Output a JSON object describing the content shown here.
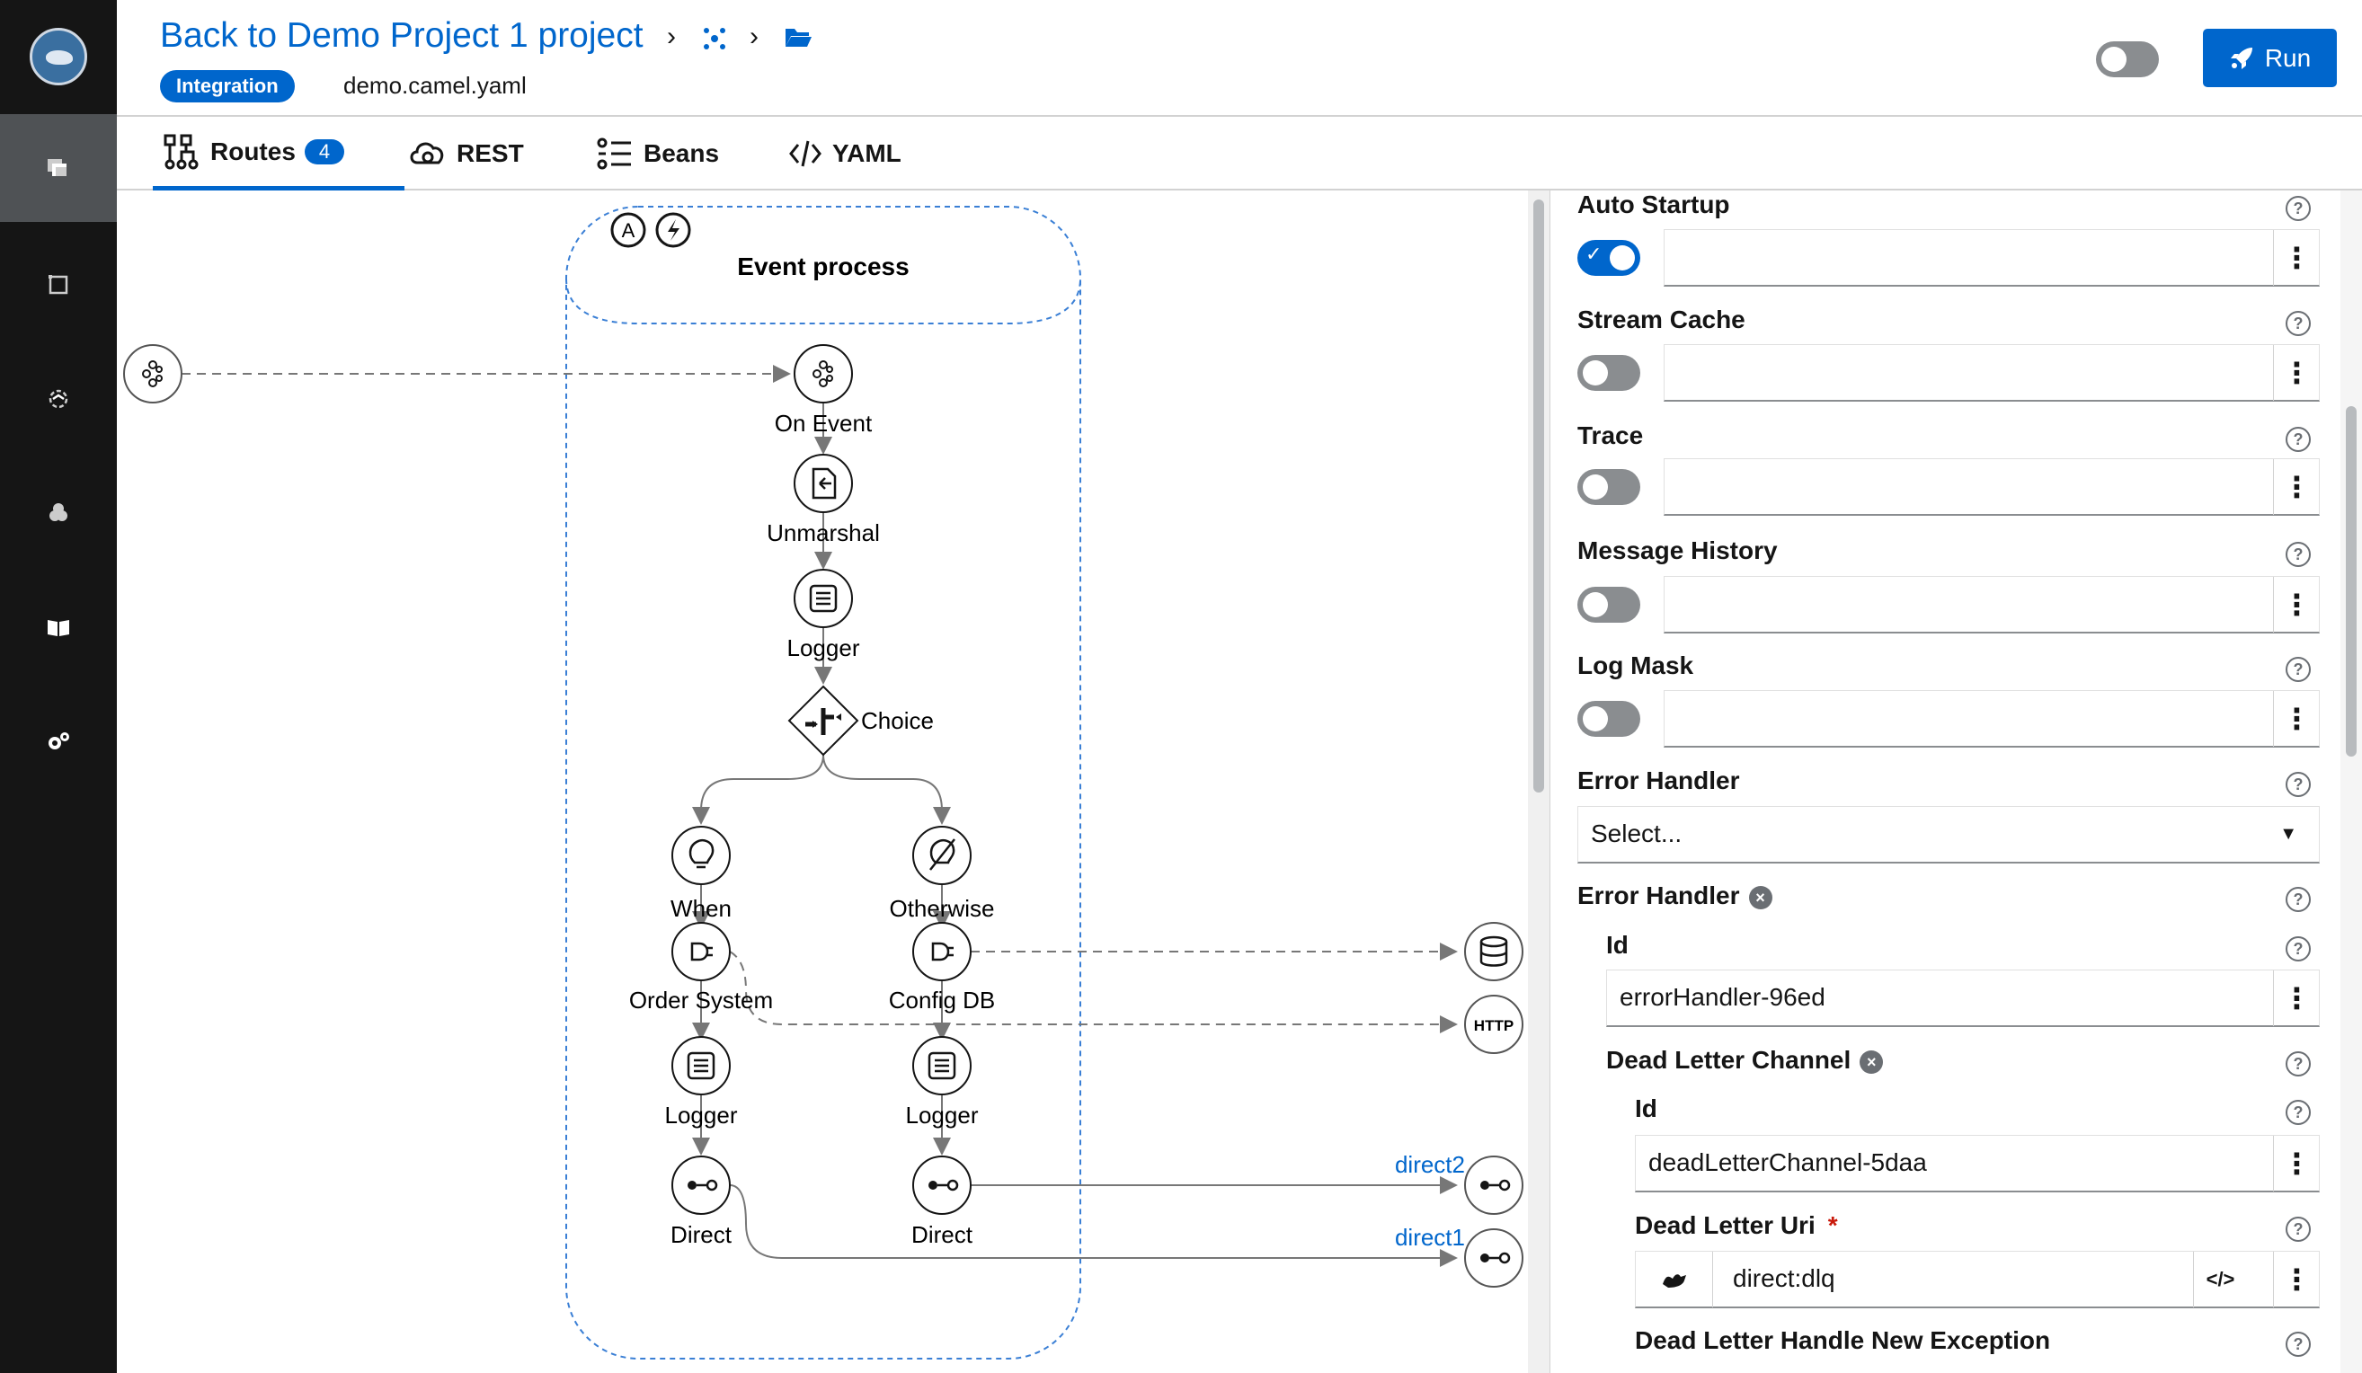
{
  "header": {
    "breadcrumb_title": "Back to Demo Project 1 project",
    "badge": "Integration",
    "filename": "demo.camel.yaml",
    "run_label": "Run"
  },
  "tabs": [
    {
      "label": "Routes",
      "count": "4"
    },
    {
      "label": "REST"
    },
    {
      "label": "Beans"
    },
    {
      "label": "YAML"
    }
  ],
  "diagram": {
    "route_title": "Event process",
    "badge_a": "A",
    "nodes": {
      "on_event": "On Event",
      "unmarshal": "Unmarshal",
      "logger1": "Logger",
      "choice": "Choice",
      "when": "When",
      "otherwise": "Otherwise",
      "order_system": "Order System",
      "config_db": "Config DB",
      "logger2": "Logger",
      "logger3": "Logger",
      "direct1": "Direct",
      "direct2": "Direct",
      "http": "HTTP"
    },
    "links": {
      "direct2": "direct2",
      "direct1": "direct1"
    }
  },
  "panel": {
    "auto_startup": "Auto Startup",
    "auto_startup_on": true,
    "stream_cache": "Stream Cache",
    "trace": "Trace",
    "message_history": "Message History",
    "log_mask": "Log Mask",
    "error_handler_select_label": "Error Handler",
    "error_handler_select_value": "Select...",
    "error_handler": "Error Handler",
    "id_label": "Id",
    "id_value": "errorHandler-96ed",
    "dead_letter_channel": "Dead Letter Channel",
    "dlc_id_label": "Id",
    "dlc_id_value": "deadLetterChannel-5daa",
    "dead_letter_uri": "Dead Letter Uri",
    "required_mark": "*",
    "dead_letter_uri_value": "direct:dlq",
    "dead_letter_handle": "Dead Letter Handle New Exception"
  },
  "colors": {
    "accent": "#0066cc",
    "sidebar": "#151515",
    "sidebar_active": "#4f5255"
  }
}
